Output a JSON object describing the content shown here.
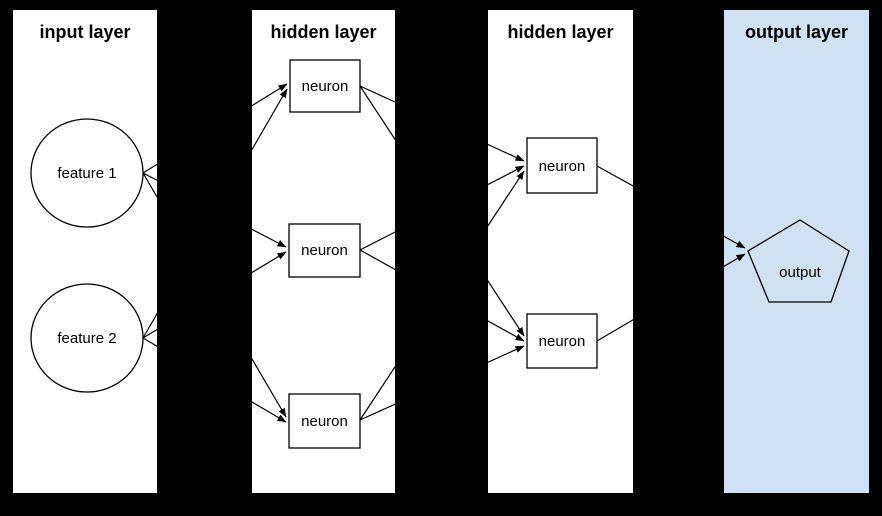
{
  "diagram": {
    "type": "neural-network",
    "layers": [
      {
        "title": "input layer",
        "nodes": [
          {
            "id": "feature1",
            "label": "feature 1",
            "shape": "circle"
          },
          {
            "id": "feature2",
            "label": "feature 2",
            "shape": "circle"
          }
        ]
      },
      {
        "title": "hidden layer",
        "nodes": [
          {
            "id": "h1-neuron1",
            "label": "neuron",
            "shape": "rect"
          },
          {
            "id": "h1-neuron2",
            "label": "neuron",
            "shape": "rect"
          },
          {
            "id": "h1-neuron3",
            "label": "neuron",
            "shape": "rect"
          }
        ]
      },
      {
        "title": "hidden layer",
        "nodes": [
          {
            "id": "h2-neuron1",
            "label": "neuron",
            "shape": "rect"
          },
          {
            "id": "h2-neuron2",
            "label": "neuron",
            "shape": "rect"
          }
        ]
      },
      {
        "title": "output layer",
        "nodes": [
          {
            "id": "output",
            "label": "output",
            "shape": "pentagon"
          }
        ]
      }
    ],
    "edges": [
      {
        "from": "feature1",
        "to": "h1-neuron1"
      },
      {
        "from": "feature1",
        "to": "h1-neuron2"
      },
      {
        "from": "feature1",
        "to": "h1-neuron3"
      },
      {
        "from": "feature2",
        "to": "h1-neuron1"
      },
      {
        "from": "feature2",
        "to": "h1-neuron2"
      },
      {
        "from": "feature2",
        "to": "h1-neuron3"
      },
      {
        "from": "h1-neuron1",
        "to": "h2-neuron1"
      },
      {
        "from": "h1-neuron2",
        "to": "h2-neuron1"
      },
      {
        "from": "h1-neuron3",
        "to": "h2-neuron1"
      },
      {
        "from": "h1-neuron1",
        "to": "h2-neuron2"
      },
      {
        "from": "h1-neuron2",
        "to": "h2-neuron2"
      },
      {
        "from": "h1-neuron3",
        "to": "h2-neuron2"
      },
      {
        "from": "h2-neuron1",
        "to": "output"
      },
      {
        "from": "h2-neuron2",
        "to": "output"
      }
    ]
  },
  "colors": {
    "background": "#000000",
    "panel_fill": "#ffffff",
    "output_layer_fill": "#cfe2f3",
    "stroke": "#000000",
    "node_fill": "#ffffff"
  }
}
